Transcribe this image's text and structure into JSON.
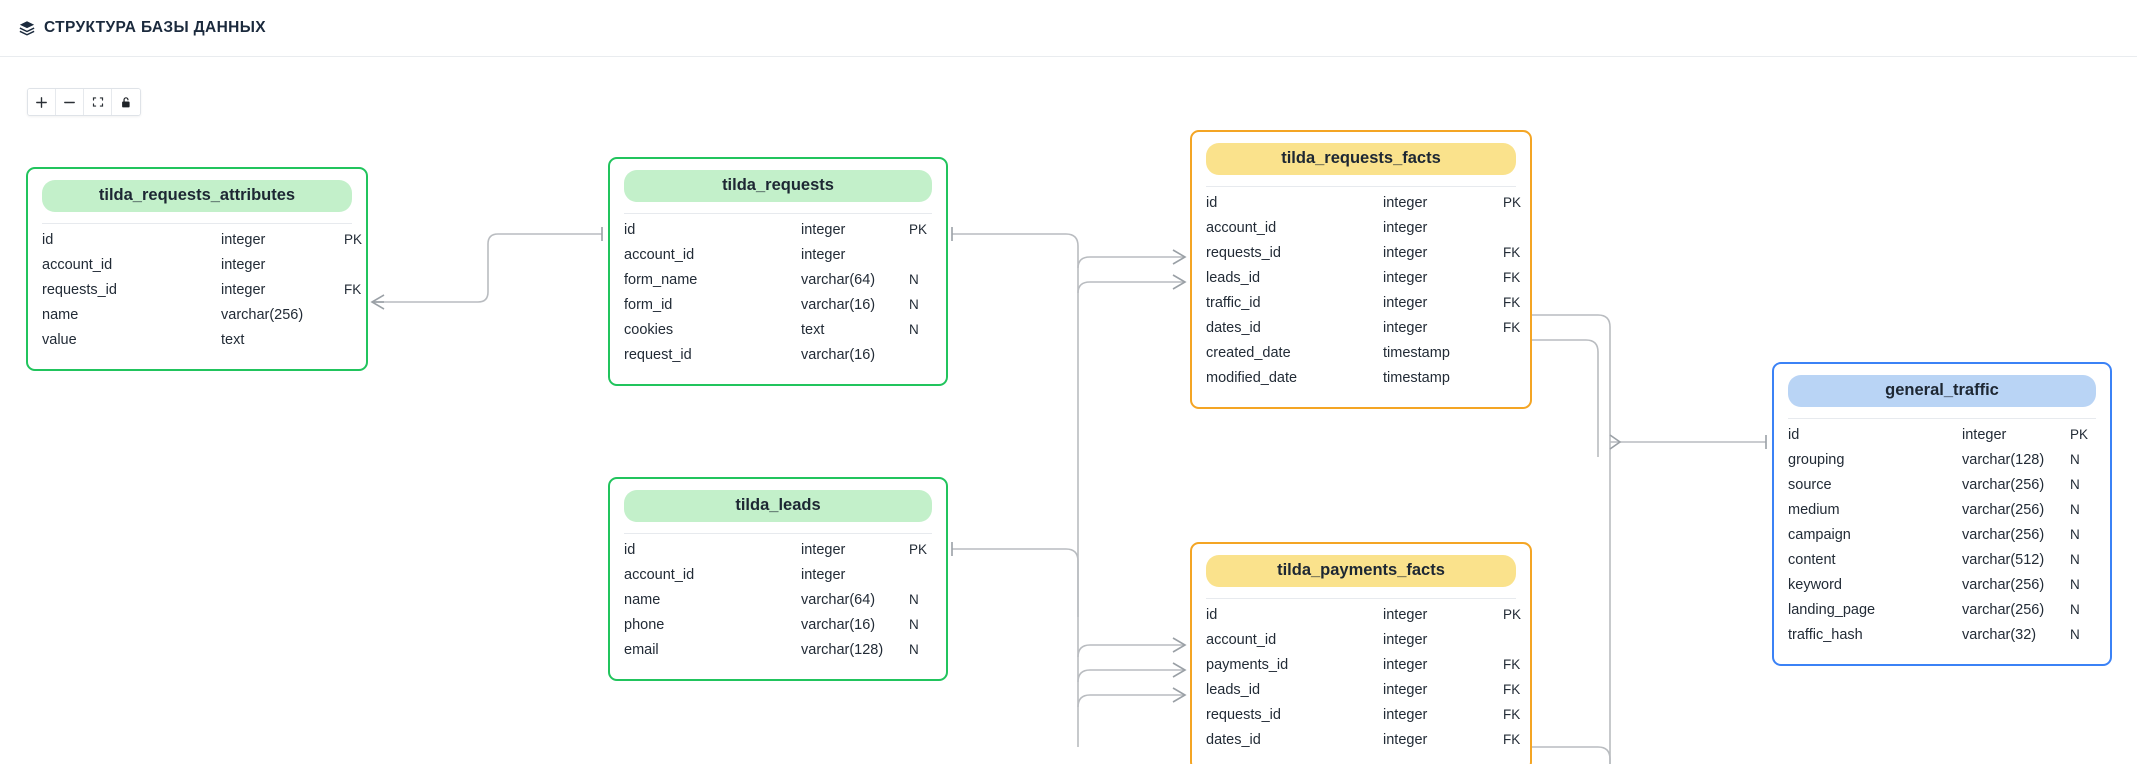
{
  "header": {
    "title": "СТРУКТУРА БАЗЫ ДАННЫХ",
    "icon": "layers-icon"
  },
  "toolbar": {
    "buttons": [
      {
        "name": "zoom-in-button",
        "icon": "plus-icon",
        "label": "+"
      },
      {
        "name": "zoom-out-button",
        "icon": "minus-icon",
        "label": "−"
      },
      {
        "name": "fit-screen-button",
        "icon": "fullscreen-icon",
        "label": "[ ]"
      },
      {
        "name": "lock-button",
        "icon": "unlock-icon",
        "label": "🔓"
      }
    ]
  },
  "colors": {
    "green_border": "#21c45d",
    "green_header": "#c3f0ca",
    "orange_border": "#f4a524",
    "orange_header": "#fae28c",
    "blue_border": "#3b82f6",
    "blue_header": "#b9d4f5",
    "link": "#b9bcc0",
    "title_text": "#1b2a3d"
  },
  "tables": [
    {
      "name": "tilda_requests_attributes",
      "color": "green",
      "fields": [
        {
          "name": "id",
          "type": "integer",
          "key": "PK"
        },
        {
          "name": "account_id",
          "type": "integer",
          "key": ""
        },
        {
          "name": "requests_id",
          "type": "integer",
          "key": "FK"
        },
        {
          "name": "name",
          "type": "varchar(256)",
          "key": ""
        },
        {
          "name": "value",
          "type": "text",
          "key": ""
        }
      ]
    },
    {
      "name": "tilda_requests",
      "color": "green",
      "fields": [
        {
          "name": "id",
          "type": "integer",
          "key": "PK"
        },
        {
          "name": "account_id",
          "type": "integer",
          "key": ""
        },
        {
          "name": "form_name",
          "type": "varchar(64)",
          "key": "N"
        },
        {
          "name": "form_id",
          "type": "varchar(16)",
          "key": "N"
        },
        {
          "name": "cookies",
          "type": "text",
          "key": "N"
        },
        {
          "name": "request_id",
          "type": "varchar(16)",
          "key": ""
        }
      ]
    },
    {
      "name": "tilda_requests_facts",
      "color": "orange",
      "fields": [
        {
          "name": "id",
          "type": "integer",
          "key": "PK"
        },
        {
          "name": "account_id",
          "type": "integer",
          "key": ""
        },
        {
          "name": "requests_id",
          "type": "integer",
          "key": "FK"
        },
        {
          "name": "leads_id",
          "type": "integer",
          "key": "FK"
        },
        {
          "name": "traffic_id",
          "type": "integer",
          "key": "FK"
        },
        {
          "name": "dates_id",
          "type": "integer",
          "key": "FK"
        },
        {
          "name": "created_date",
          "type": "timestamp",
          "key": ""
        },
        {
          "name": "modified_date",
          "type": "timestamp",
          "key": ""
        }
      ]
    },
    {
      "name": "tilda_leads",
      "color": "green",
      "fields": [
        {
          "name": "id",
          "type": "integer",
          "key": "PK"
        },
        {
          "name": "account_id",
          "type": "integer",
          "key": ""
        },
        {
          "name": "name",
          "type": "varchar(64)",
          "key": "N"
        },
        {
          "name": "phone",
          "type": "varchar(16)",
          "key": "N"
        },
        {
          "name": "email",
          "type": "varchar(128)",
          "key": "N"
        }
      ]
    },
    {
      "name": "tilda_payments_facts",
      "color": "orange",
      "fields": [
        {
          "name": "id",
          "type": "integer",
          "key": "PK"
        },
        {
          "name": "account_id",
          "type": "integer",
          "key": ""
        },
        {
          "name": "payments_id",
          "type": "integer",
          "key": "FK"
        },
        {
          "name": "leads_id",
          "type": "integer",
          "key": "FK"
        },
        {
          "name": "requests_id",
          "type": "integer",
          "key": "FK"
        },
        {
          "name": "dates_id",
          "type": "integer",
          "key": "FK"
        }
      ]
    },
    {
      "name": "general_traffic",
      "color": "blue",
      "fields": [
        {
          "name": "id",
          "type": "integer",
          "key": "PK"
        },
        {
          "name": "grouping",
          "type": "varchar(128)",
          "key": "N"
        },
        {
          "name": "source",
          "type": "varchar(256)",
          "key": "N"
        },
        {
          "name": "medium",
          "type": "varchar(256)",
          "key": "N"
        },
        {
          "name": "campaign",
          "type": "varchar(256)",
          "key": "N"
        },
        {
          "name": "content",
          "type": "varchar(512)",
          "key": "N"
        },
        {
          "name": "keyword",
          "type": "varchar(256)",
          "key": "N"
        },
        {
          "name": "landing_page",
          "type": "varchar(256)",
          "key": "N"
        },
        {
          "name": "traffic_hash",
          "type": "varchar(32)",
          "key": "N"
        }
      ]
    }
  ]
}
